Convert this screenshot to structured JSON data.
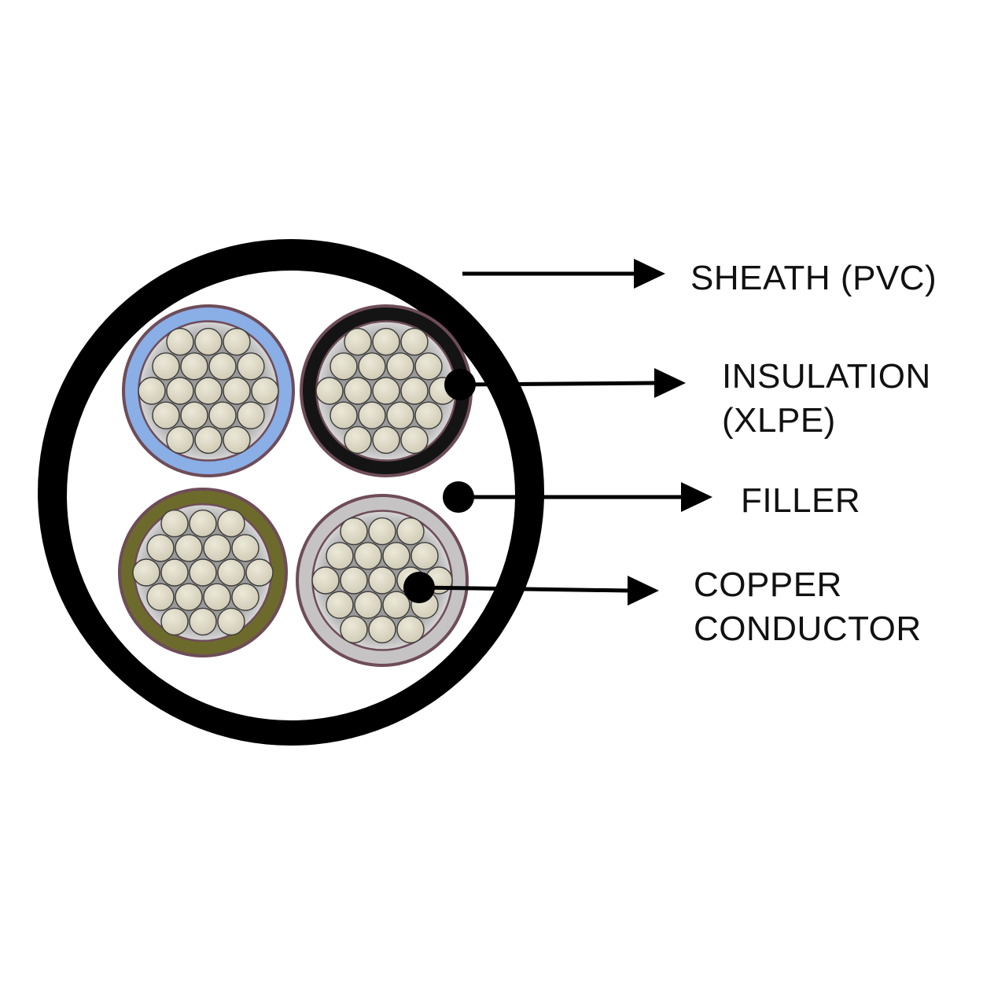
{
  "labels": {
    "sheath": "SHEATH (PVC)",
    "insulation_line1": "INSULATION",
    "insulation_line2": "(XLPE)",
    "filler": "FILLER",
    "conductor_line1": "COPPER",
    "conductor_line2": "CONDUCTOR"
  },
  "colors": {
    "sheath": "#000000",
    "filler": "#ffffff",
    "strand": "#ddd9c6",
    "core_edge": "#6e4c58",
    "insulation_blue": "#8aaee6",
    "insulation_black": "#141414",
    "insulation_olive": "#6d6b2c",
    "insulation_grey": "#c6c3c4"
  },
  "cores": [
    {
      "name": "blue-core",
      "insulation_color": "#8aaee6"
    },
    {
      "name": "black-core",
      "insulation_color": "#141414"
    },
    {
      "name": "olive-core",
      "insulation_color": "#6d6b2c"
    },
    {
      "name": "grey-core",
      "insulation_color": "#c6c3c4"
    }
  ]
}
